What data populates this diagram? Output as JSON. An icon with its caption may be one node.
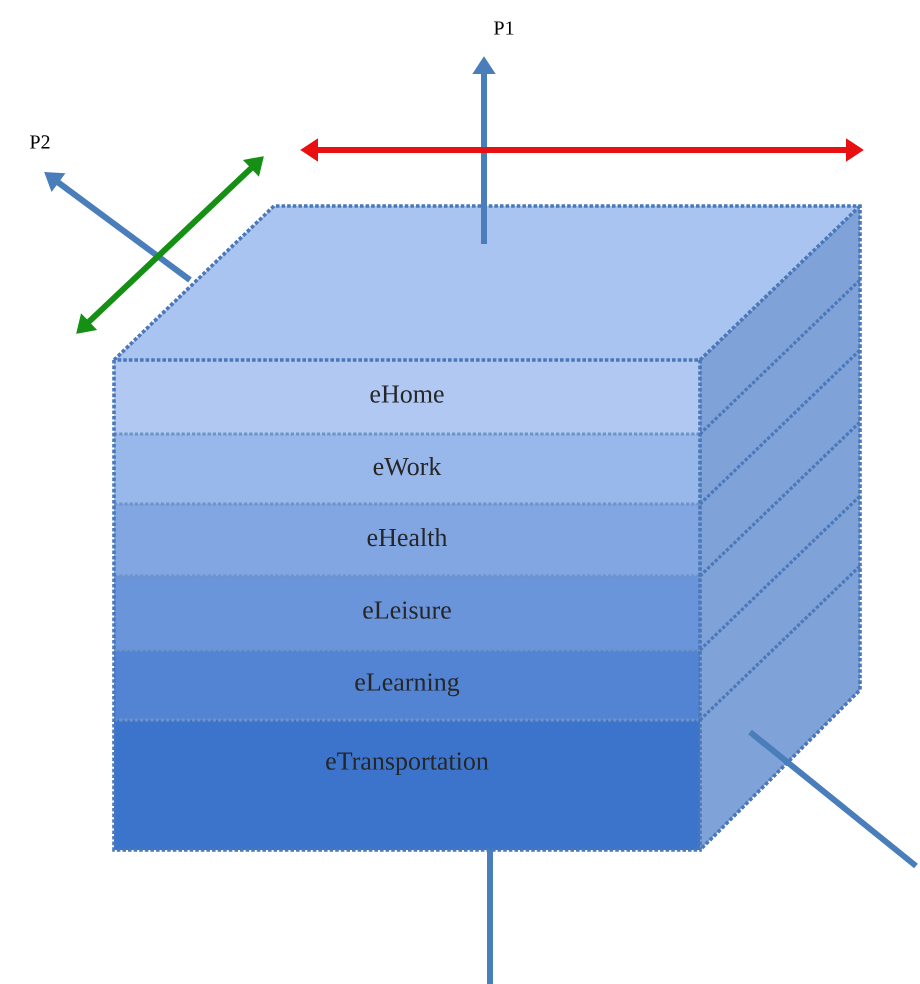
{
  "diagram": {
    "nodes": [
      {
        "text": [
          "eHome"
        ]
      },
      {
        "text": [
          "eWork"
        ]
      },
      {
        "text": [
          "eHealth"
        ]
      },
      {
        "text": [
          "eLeisure"
        ]
      },
      {
        "text": [
          "eLearning"
        ]
      },
      {
        "text": [
          "eTransportation"
        ]
      }
    ],
    "labels": [
      "P1",
      "P2"
    ]
  }
}
